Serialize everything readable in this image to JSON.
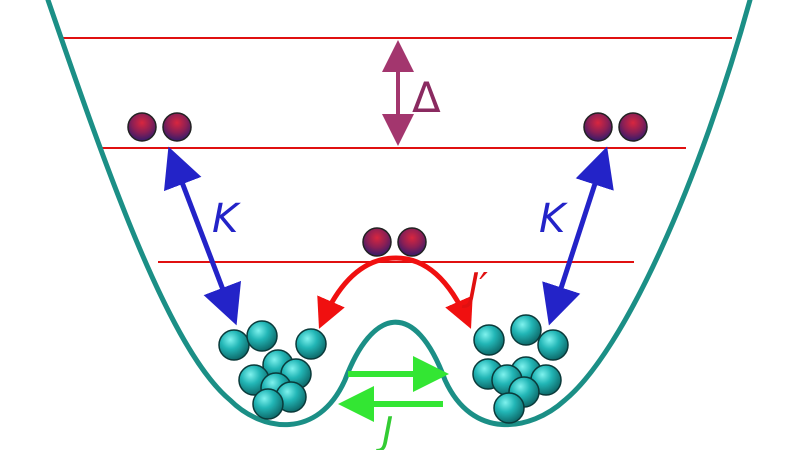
{
  "labels": {
    "delta": "Δ",
    "k_left": "K",
    "k_right": "K",
    "j_prime": "J′",
    "j": "J"
  },
  "colors": {
    "potential": "#1b8f86",
    "levels": "#e01010",
    "delta_arrow": "#a3366e",
    "k_arrows": "#2323c8",
    "j_prime_arrow": "#f01010",
    "j_arrows": "#33e633",
    "pair_particle_top": "#c8203a",
    "pair_particle_bottom": "#3a1e6e",
    "condensate_particle": "#22b3b3"
  },
  "icons": {
    "pair": "particle-pair-icon",
    "condensate": "particle-cluster-icon"
  }
}
